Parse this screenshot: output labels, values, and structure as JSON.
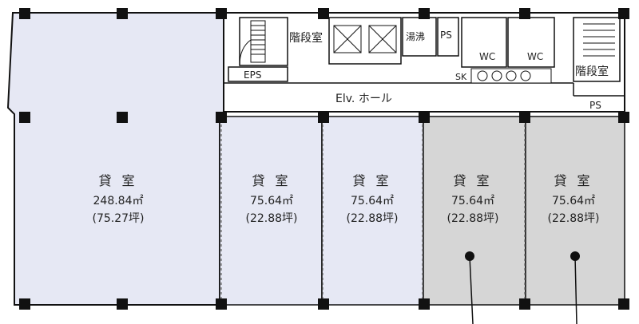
{
  "rooms": [
    {
      "title": "貸 室",
      "area": "248.84㎡",
      "tsubo": "(75.27坪)",
      "fill": "#e6e8f4"
    },
    {
      "title": "貸 室",
      "area": "75.64㎡",
      "tsubo": "(22.88坪)",
      "fill": "#e6e8f4"
    },
    {
      "title": "貸 室",
      "area": "75.64㎡",
      "tsubo": "(22.88坪)",
      "fill": "#e6e8f4"
    },
    {
      "title": "貸 室",
      "area": "75.64㎡",
      "tsubo": "(22.88坪)",
      "fill": "#d6d6d6"
    },
    {
      "title": "貸 室",
      "area": "75.64㎡",
      "tsubo": "(22.88坪)",
      "fill": "#d6d6d6"
    }
  ],
  "core": {
    "stairs_left": "階段室",
    "stairs_right": "階段室",
    "eps": "EPS",
    "elv_hall": "Elv. ホール",
    "kitchen": "湯沸",
    "ps_top": "PS",
    "ps_right": "PS",
    "sk": "SK",
    "wc_left": "WC",
    "wc_right": "WC"
  },
  "colors": {
    "wall": "#111111",
    "room_light": "#e6e8f4",
    "room_gray": "#d6d6d6"
  }
}
